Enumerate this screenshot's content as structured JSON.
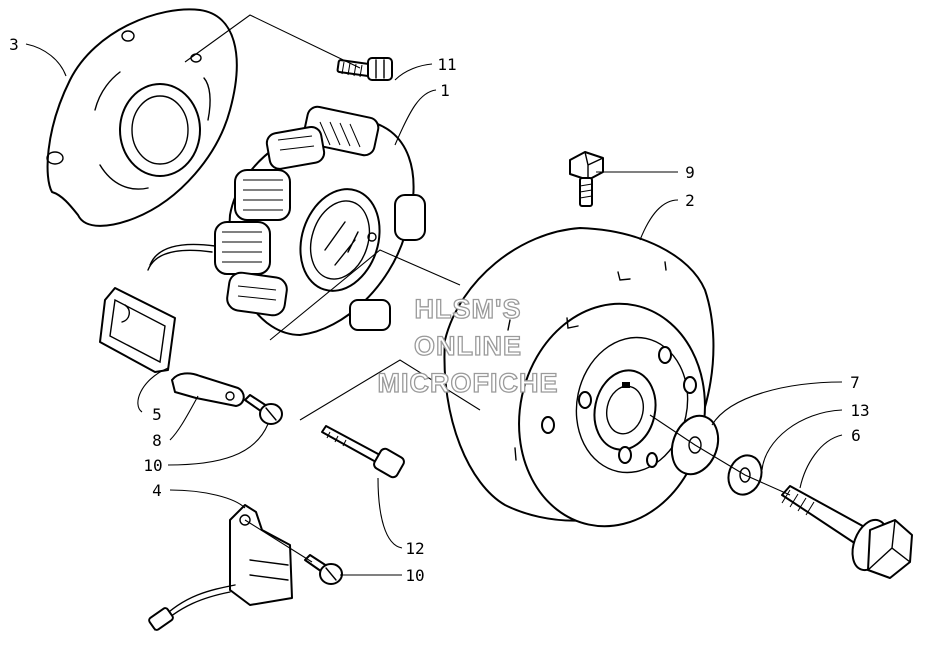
{
  "callouts": {
    "c1": "1",
    "c2": "2",
    "c3": "3",
    "c4": "4",
    "c5": "5",
    "c6": "6",
    "c7": "7",
    "c8": "8",
    "c9": "9",
    "c10a": "10",
    "c10b": "10",
    "c11": "11",
    "c12": "12",
    "c13": "13"
  },
  "watermark": {
    "line1": "HLSM'S",
    "line2": "ONLINE",
    "line3": "MICROFICHE"
  }
}
